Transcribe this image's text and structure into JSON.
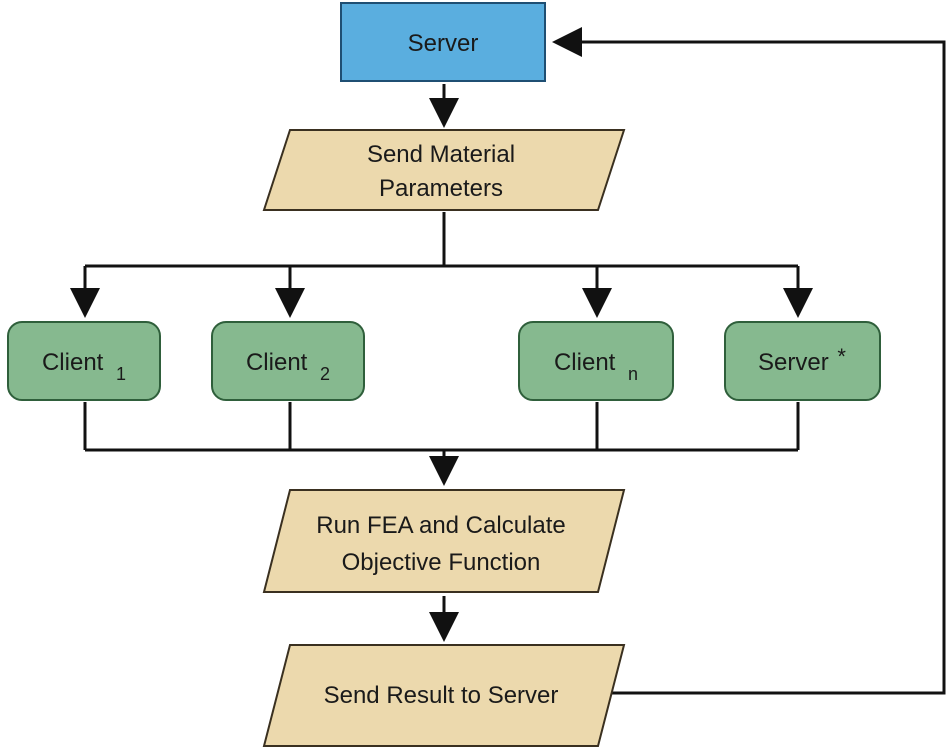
{
  "nodes": {
    "server": {
      "label": "Server"
    },
    "send_params": {
      "line1": "Send Material",
      "line2": "Parameters"
    },
    "client1": {
      "label": "Client",
      "sub": "1"
    },
    "client2": {
      "label": "Client",
      "sub": "2"
    },
    "clientn": {
      "label": "Client",
      "sub": "n"
    },
    "server_star": {
      "label": "Server",
      "star": "*"
    },
    "run_fea": {
      "line1": "Run FEA and Calculate",
      "line2": "Objective Function"
    },
    "send_result": {
      "label": "Send Result to Server"
    }
  },
  "colors": {
    "server_fill": "#5aaedf",
    "process_fill": "#ecd9ad",
    "client_fill": "#86b98f",
    "connector": "#111111"
  }
}
